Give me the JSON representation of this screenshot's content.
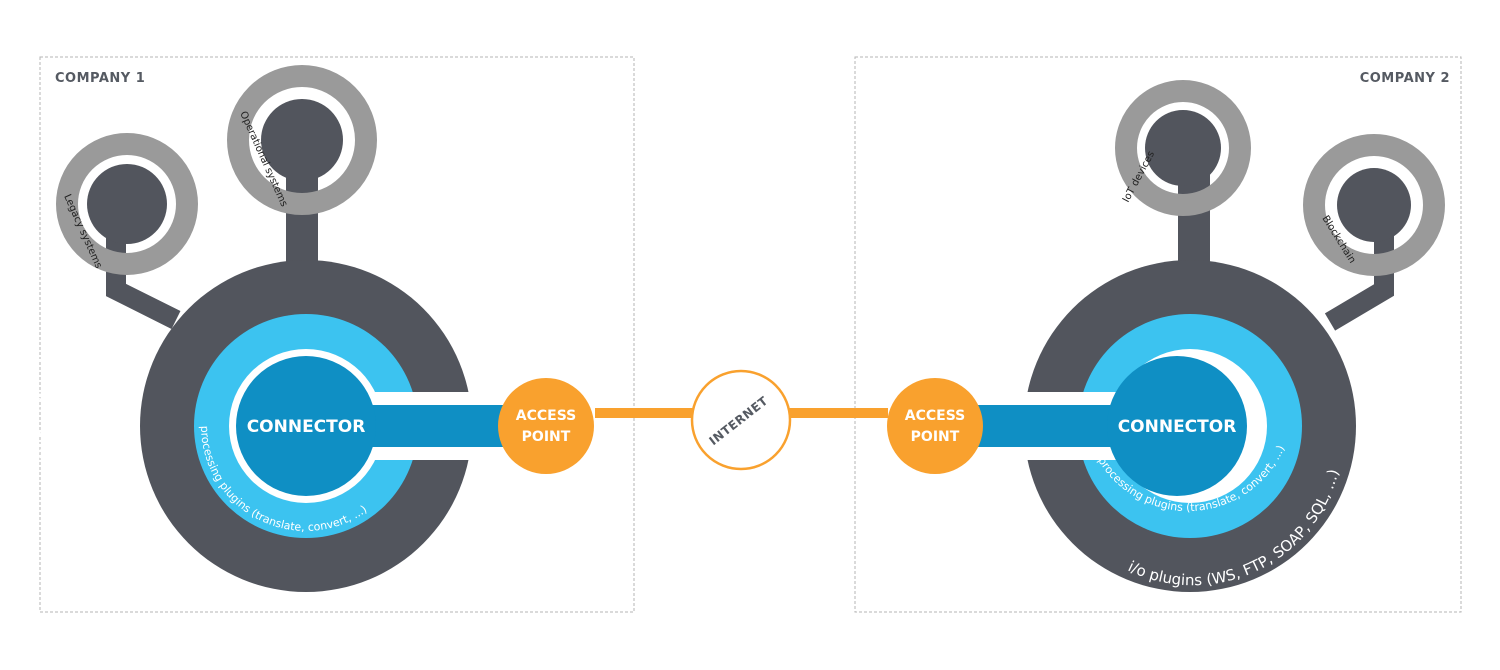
{
  "companies": {
    "left": {
      "label": "COMPANY 1"
    },
    "right": {
      "label": "COMPANY 2"
    }
  },
  "systems": {
    "legacy": "Legacy systems",
    "operational": "Operational systems",
    "iot": "IoT devices",
    "blockchain": "Blockchain"
  },
  "connector": {
    "label": "CONNECTOR",
    "io_plugins": "i/o plugins (WS, FTP, SOAP, SQL, ...)",
    "processing_plugins": "processing plugins (translate, convert, ...)"
  },
  "access_point": {
    "line1": "ACCESS",
    "line2": "POINT"
  },
  "internet": {
    "label": "INTERNET"
  },
  "colors": {
    "dark": "#52555d",
    "gray_ring": "#9a9a9a",
    "light_blue": "#3cc3f0",
    "mid_blue": "#0f8fc4",
    "orange": "#f9a12e",
    "border": "#b5b5b5"
  }
}
